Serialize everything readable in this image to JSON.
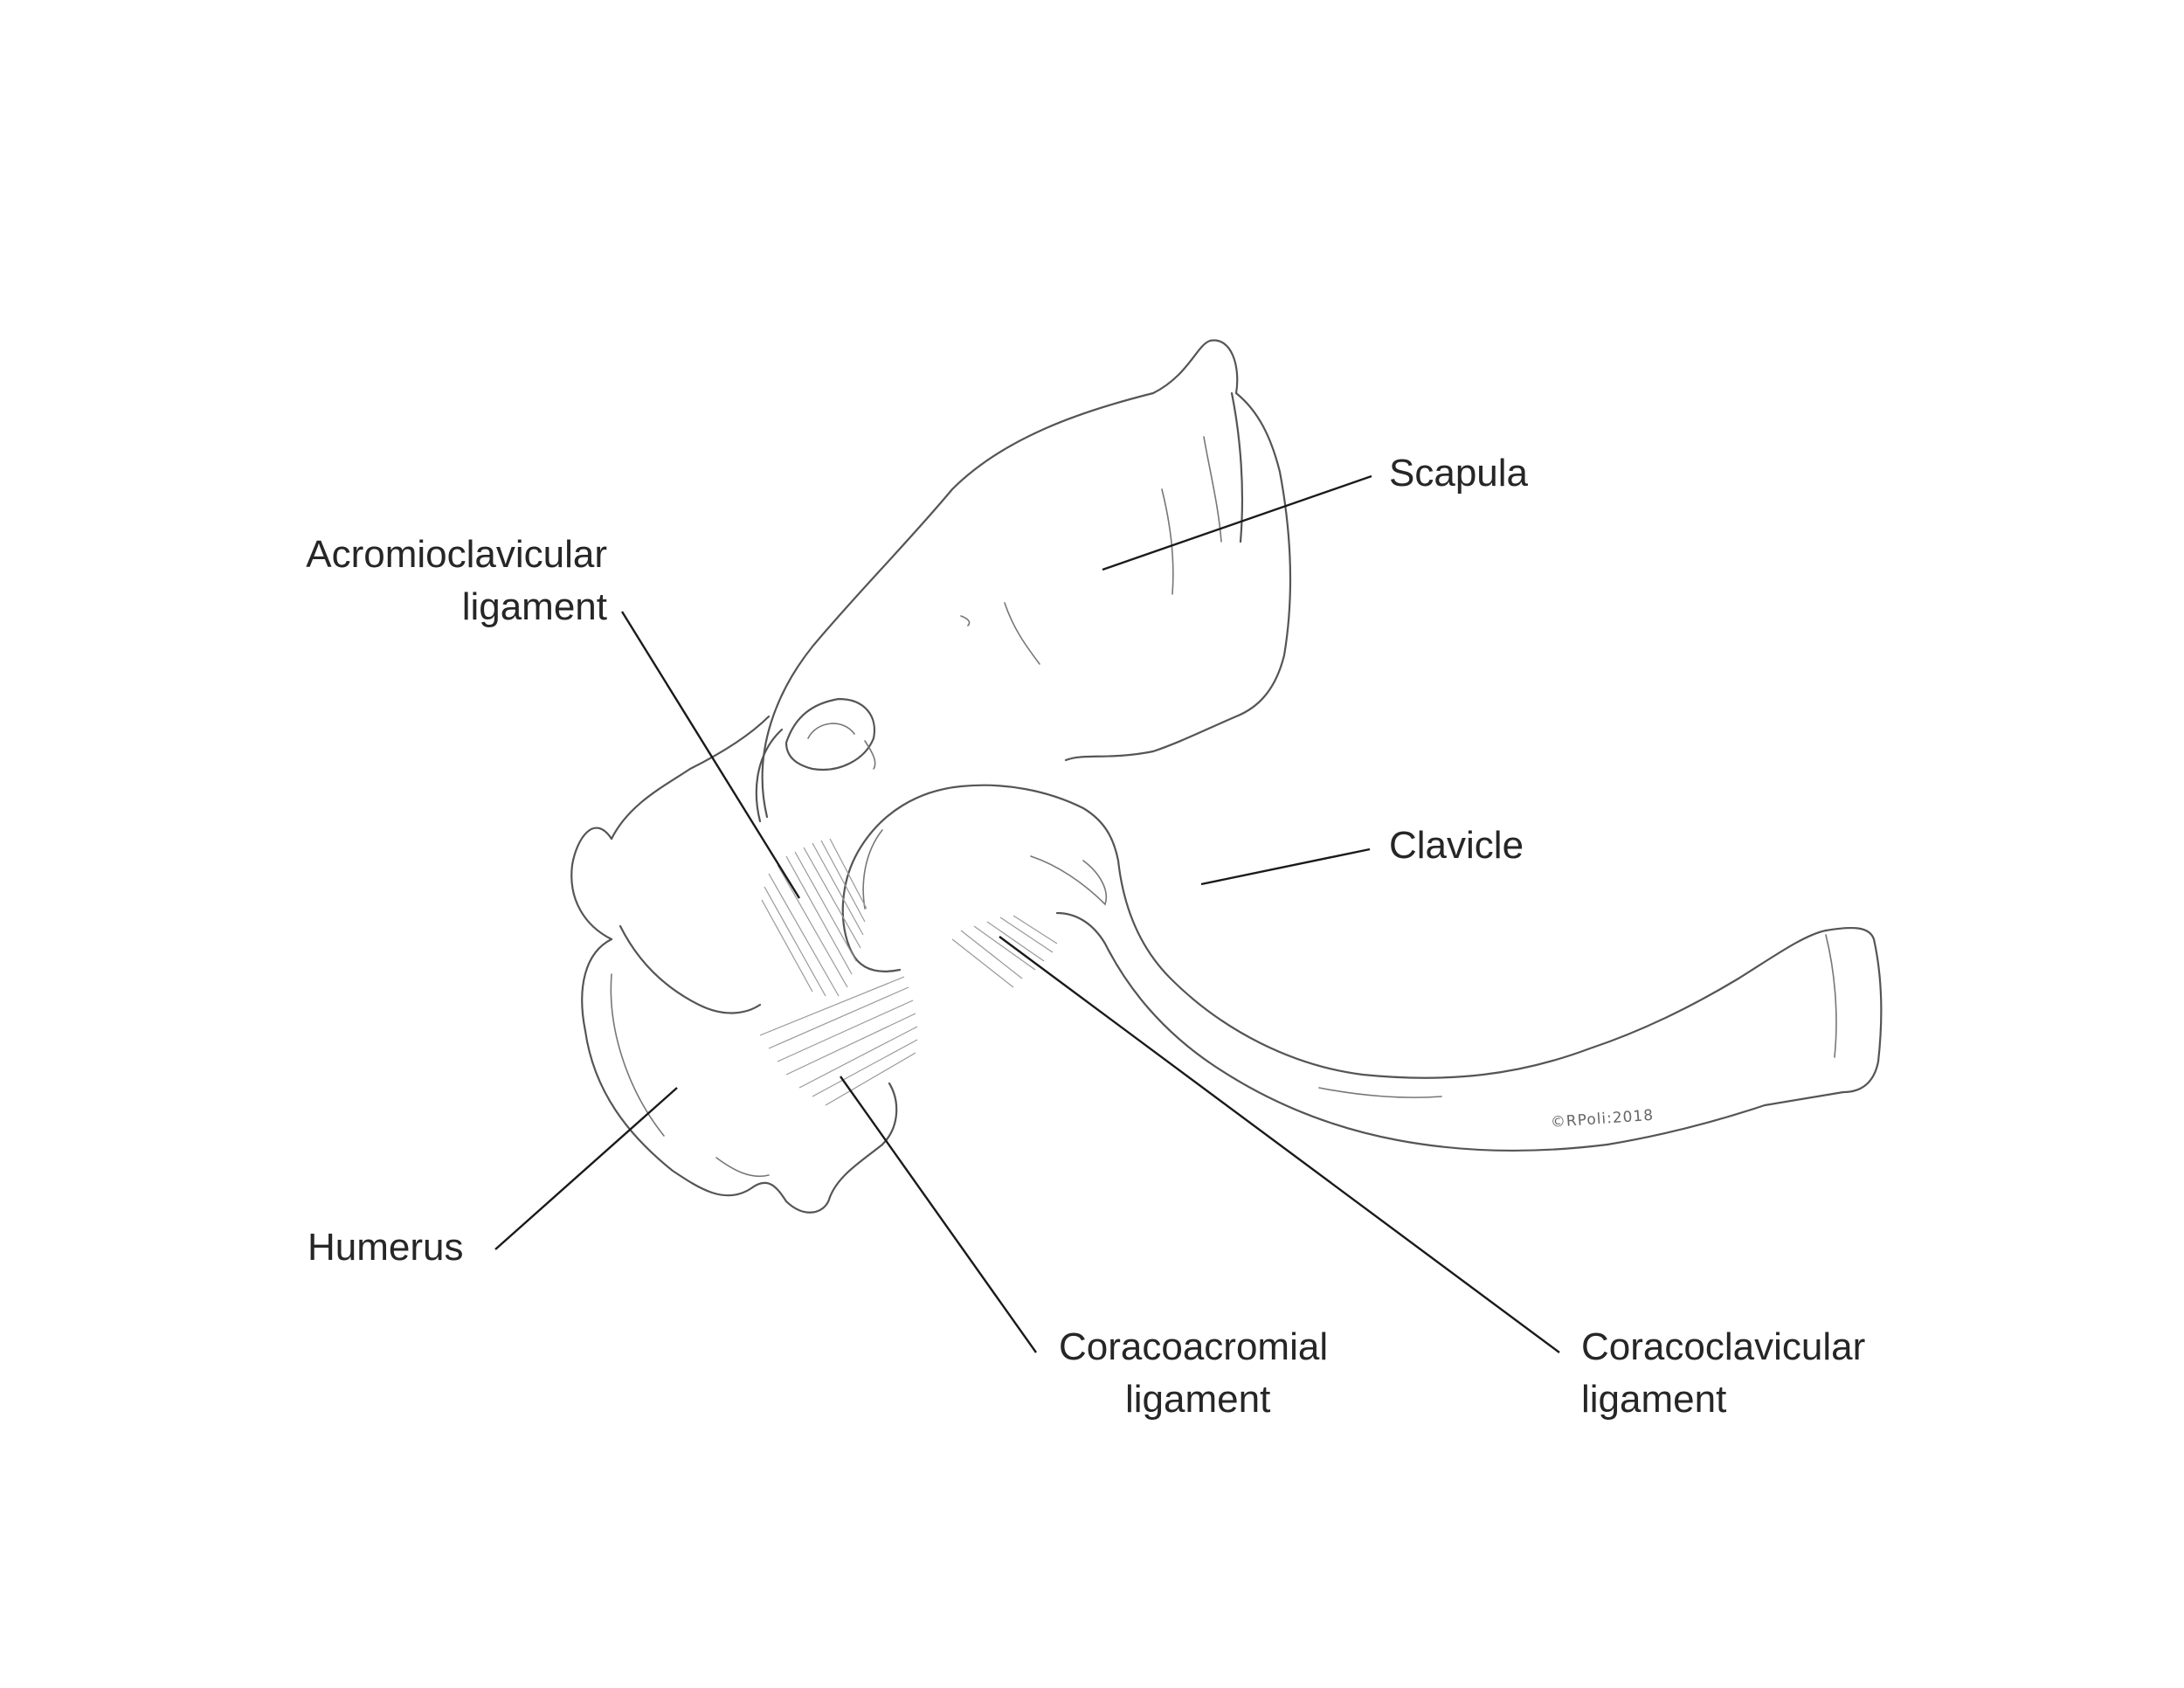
{
  "labels": {
    "scapula": "Scapula",
    "acromioclavicular_1": "Acromioclavicular",
    "acromioclavicular_2": "ligament",
    "clavicle": "Clavicle",
    "humerus": "Humerus",
    "coracoacromial_1": "Coracoacromial",
    "coracoacromial_2": "ligament",
    "coracoclavicular_1": "Coracoclavicular",
    "coracoclavicular_2": "ligament"
  },
  "credit": "©RPoli:2018",
  "colors": {
    "line": "#555555",
    "leader": "#1a1a1a",
    "text": "#262626",
    "shading": "#9a9a9a"
  }
}
